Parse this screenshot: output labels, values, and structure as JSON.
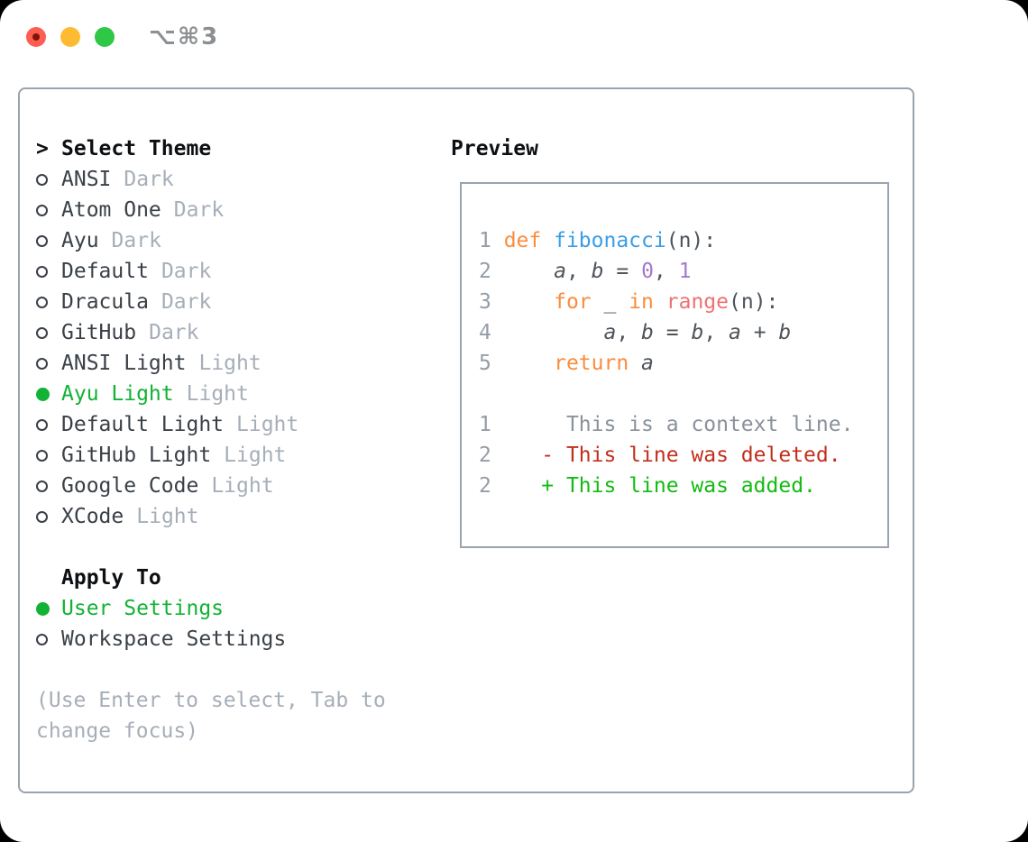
{
  "titlebar": {
    "shortcut": "⌥⌘3"
  },
  "panel": {
    "theme_section": {
      "prompt": ">",
      "title": "Select Theme",
      "items": [
        {
          "name": "ANSI",
          "tag": "Dark",
          "selected": false
        },
        {
          "name": "Atom One",
          "tag": "Dark",
          "selected": false
        },
        {
          "name": "Ayu",
          "tag": "Dark",
          "selected": false
        },
        {
          "name": "Default",
          "tag": "Dark",
          "selected": false
        },
        {
          "name": "Dracula",
          "tag": "Dark",
          "selected": false
        },
        {
          "name": "GitHub",
          "tag": "Dark",
          "selected": false
        },
        {
          "name": "ANSI Light",
          "tag": "Light",
          "selected": false
        },
        {
          "name": "Ayu Light",
          "tag": "Light",
          "selected": true
        },
        {
          "name": "Default Light",
          "tag": "Light",
          "selected": false
        },
        {
          "name": "GitHub Light",
          "tag": "Light",
          "selected": false
        },
        {
          "name": "Google Code",
          "tag": "Light",
          "selected": false
        },
        {
          "name": "XCode",
          "tag": "Light",
          "selected": false
        }
      ]
    },
    "apply_section": {
      "title": "Apply To",
      "items": [
        {
          "name": "User Settings",
          "selected": true
        },
        {
          "name": "Workspace Settings",
          "selected": false
        }
      ]
    },
    "hint_lines": [
      "(Use Enter to select, Tab to",
      "change focus)"
    ],
    "preview": {
      "title": "Preview",
      "code_lines": [
        [
          {
            "t": "1 ",
            "c": "ln"
          },
          {
            "t": "def ",
            "c": "kw"
          },
          {
            "t": "fibonacci",
            "c": "fn"
          },
          {
            "t": "(n):",
            "c": "fg"
          }
        ],
        [
          {
            "t": "2 ",
            "c": "ln"
          },
          {
            "t": "    ",
            "c": "fg"
          },
          {
            "t": "a",
            "c": "var"
          },
          {
            "t": ", ",
            "c": "fg"
          },
          {
            "t": "b",
            "c": "var"
          },
          {
            "t": " = ",
            "c": "fg"
          },
          {
            "t": "0",
            "c": "num"
          },
          {
            "t": ", ",
            "c": "fg"
          },
          {
            "t": "1",
            "c": "num"
          }
        ],
        [
          {
            "t": "3 ",
            "c": "ln"
          },
          {
            "t": "    ",
            "c": "fg"
          },
          {
            "t": "for",
            "c": "kw"
          },
          {
            "t": " _ ",
            "c": "fg"
          },
          {
            "t": "in",
            "c": "kw"
          },
          {
            "t": " ",
            "c": "fg"
          },
          {
            "t": "range",
            "c": "call"
          },
          {
            "t": "(n):",
            "c": "fg"
          }
        ],
        [
          {
            "t": "4 ",
            "c": "ln"
          },
          {
            "t": "        ",
            "c": "fg"
          },
          {
            "t": "a",
            "c": "var"
          },
          {
            "t": ", ",
            "c": "fg"
          },
          {
            "t": "b",
            "c": "var"
          },
          {
            "t": " = ",
            "c": "fg"
          },
          {
            "t": "b",
            "c": "var"
          },
          {
            "t": ", ",
            "c": "fg"
          },
          {
            "t": "a",
            "c": "var"
          },
          {
            "t": " + ",
            "c": "fg"
          },
          {
            "t": "b",
            "c": "var"
          }
        ],
        [
          {
            "t": "5 ",
            "c": "ln"
          },
          {
            "t": "    ",
            "c": "fg"
          },
          {
            "t": "return",
            "c": "kw"
          },
          {
            "t": " ",
            "c": "fg"
          },
          {
            "t": "a",
            "c": "var"
          }
        ]
      ],
      "diff_lines": [
        [
          {
            "t": "1",
            "c": "ln"
          },
          {
            "t": "      This is a context line.",
            "c": "ctx"
          }
        ],
        [
          {
            "t": "2",
            "c": "ln"
          },
          {
            "t": "    ",
            "c": "fg"
          },
          {
            "t": "- This line was deleted.",
            "c": "del"
          }
        ],
        [
          {
            "t": "2",
            "c": "ln"
          },
          {
            "t": "    ",
            "c": "fg"
          },
          {
            "t": "+ This line was added.",
            "c": "add"
          }
        ]
      ]
    }
  },
  "colors": {
    "select_green": "#12b234",
    "text": "#3a4047",
    "heading": "#0d1013",
    "muted": "#a6aeb8",
    "border": "#9ba3ae",
    "line_number": "#949da6",
    "code_fg": "#4d545b",
    "keyword_orange": "#fa8d3e",
    "function_blue": "#399ee6",
    "number_purple": "#a37acc",
    "call_coral": "#f07171",
    "diff_context": "#8a9199",
    "diff_deleted": "#c22f1d",
    "diff_added": "#12bb12",
    "traffic_red": "#ff5d52",
    "traffic_yellow": "#febb32",
    "traffic_green": "#2fc846",
    "shortcut_gray": "#8d9093"
  }
}
